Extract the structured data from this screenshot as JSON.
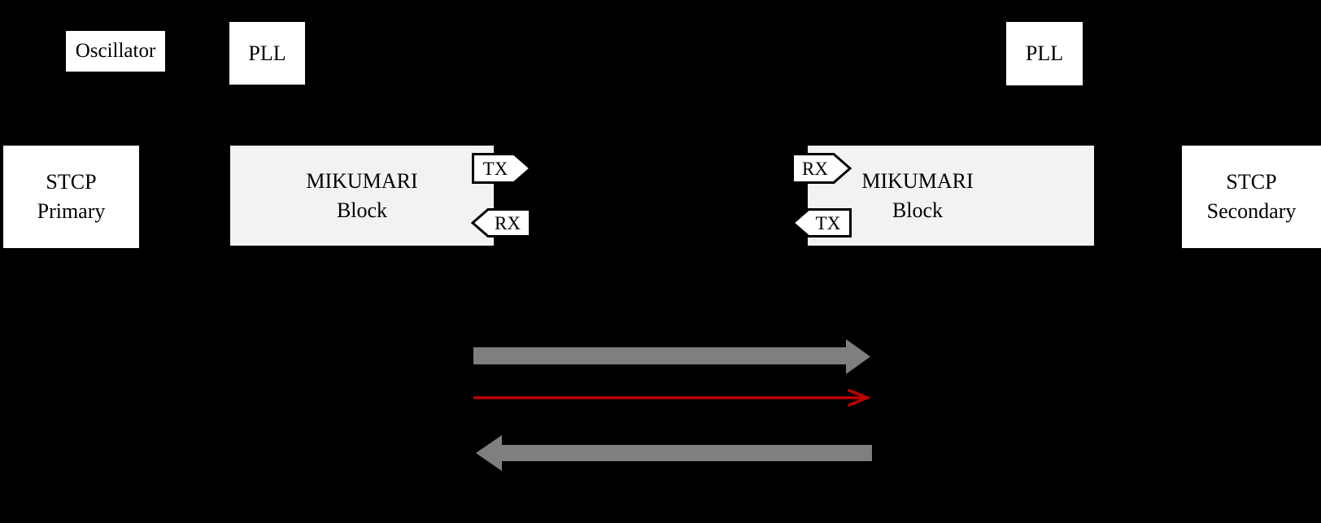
{
  "diagram": {
    "primary": {
      "oscillator_label": "Oscillator",
      "pll_label": "PLL",
      "stcp_label": "STCP\nPrimary",
      "mikumari_label": "MIKUMARI\nBlock",
      "tx_label": "TX",
      "rx_label": "RX"
    },
    "secondary": {
      "pll_label": "PLL",
      "stcp_label": "STCP\nSecondary",
      "mikumari_label": "MIKUMARI\nBlock",
      "rx_label": "RX",
      "tx_label": "TX"
    },
    "arrows": [
      {
        "style": "thick",
        "direction": "right",
        "color": "#7f7f7f"
      },
      {
        "style": "thin",
        "direction": "right",
        "color": "#c00000"
      },
      {
        "style": "thick",
        "direction": "left",
        "color": "#7f7f7f"
      }
    ],
    "colors": {
      "background": "#000000",
      "box_fill": "#ffffff",
      "block_fill": "#f2f2f2",
      "tag_fill": "#ffffff",
      "tag_stroke": "#000000",
      "arrow_gray": "#7f7f7f",
      "arrow_red": "#c00000",
      "text": "#000000"
    }
  }
}
